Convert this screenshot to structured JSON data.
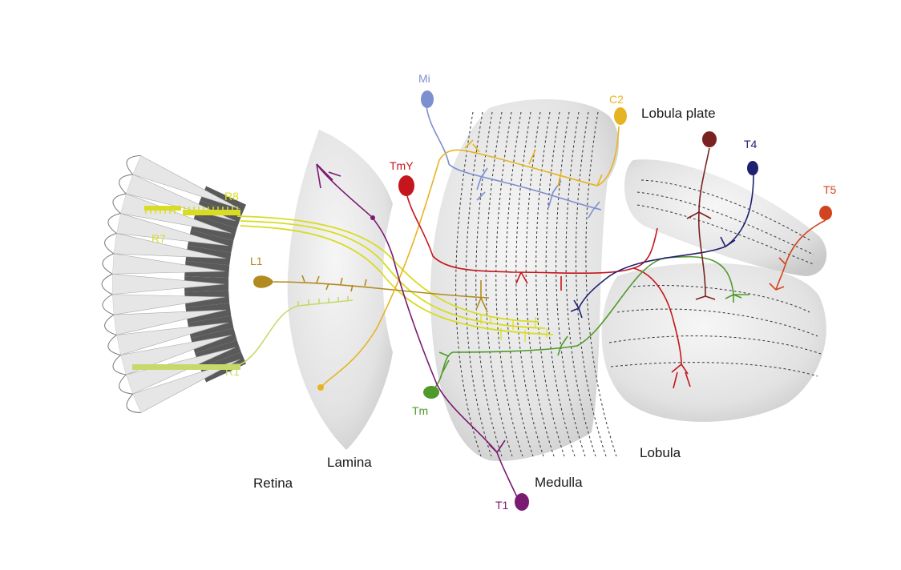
{
  "regions": {
    "retina": "Retina",
    "lamina": "Lamina",
    "medulla": "Medulla",
    "lobula": "Lobula",
    "lobula_plate": "Lobula plate"
  },
  "neurons": {
    "r8": {
      "label": "R8",
      "color": "#d8dc22"
    },
    "r7": {
      "label": "R7",
      "color": "#d8dc22"
    },
    "r1": {
      "label": "R1",
      "color": "#c6d96a"
    },
    "l1": {
      "label": "L1",
      "color": "#b38a1f"
    },
    "mi": {
      "label": "Mi",
      "color": "#7e8fcf"
    },
    "c2": {
      "label": "C2",
      "color": "#e6b422"
    },
    "tmy": {
      "label": "TmY",
      "color": "#c4161c"
    },
    "tm": {
      "label": "Tm",
      "color": "#4f9a2a"
    },
    "t1": {
      "label": "T1",
      "color": "#7b1a72"
    },
    "t4": {
      "label": "T4",
      "color": "#1f2070"
    },
    "t5": {
      "label": "T5",
      "color": "#d2441f"
    },
    "lpc": {
      "color": "#7a2222"
    }
  }
}
